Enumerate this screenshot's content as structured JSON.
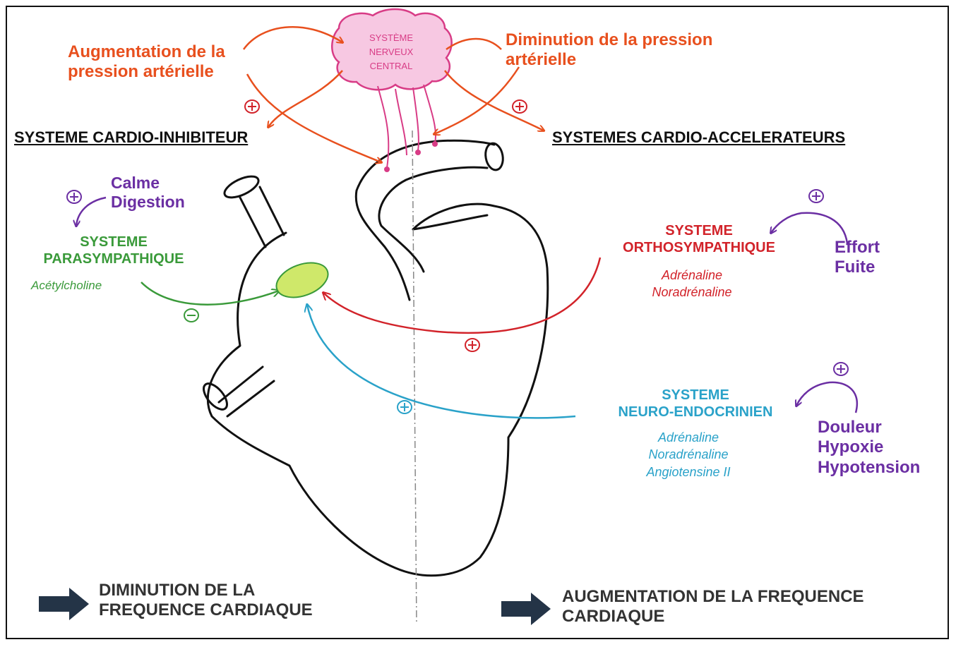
{
  "colors": {
    "orange": "#e8501e",
    "purple": "#6b2fa3",
    "green": "#3a9a3a",
    "red": "#d2232a",
    "cyan": "#2aa2c9",
    "pink": "#d83c86",
    "node_fill": "#cfe86a",
    "dark_arrow": "#243447",
    "black": "#111111"
  },
  "cns": {
    "label_lines": [
      "SYSTÈME",
      "NERVEUX",
      "CENTRAL"
    ]
  },
  "top": {
    "increase_pressure": [
      "Augmentation de la",
      "pression artérielle"
    ],
    "decrease_pressure": [
      "Diminution de la pression",
      "artérielle"
    ]
  },
  "headings": {
    "inhibitor": "SYSTEME CARDIO-INHIBITEUR",
    "accelerators": "SYSTEMES CARDIO-ACCELERATEURS"
  },
  "para": {
    "triggers": [
      "Calme",
      "Digestion"
    ],
    "title": [
      "SYSTEME",
      "PARASYMPATHIQUE"
    ],
    "mediator": "Acétylcholine"
  },
  "ortho": {
    "title": [
      "SYSTEME",
      "ORTHOSYMPATHIQUE"
    ],
    "mediators": [
      "Adrénaline",
      "Noradrénaline"
    ],
    "triggers": [
      "Effort",
      "Fuite"
    ]
  },
  "neuro": {
    "title": [
      "SYSTEME",
      "NEURO-ENDOCRINIEN"
    ],
    "mediators": [
      "Adrénaline",
      "Noradrénaline",
      "Angiotensine II"
    ],
    "triggers": [
      "Douleur",
      "Hypoxie",
      "Hypotension"
    ]
  },
  "bottom": {
    "decrease_rate": [
      "DIMINUTION DE LA",
      "FREQUENCE CARDIAQUE"
    ],
    "increase_rate": [
      "AUGMENTATION DE LA FREQUENCE",
      "CARDIAQUE"
    ]
  }
}
